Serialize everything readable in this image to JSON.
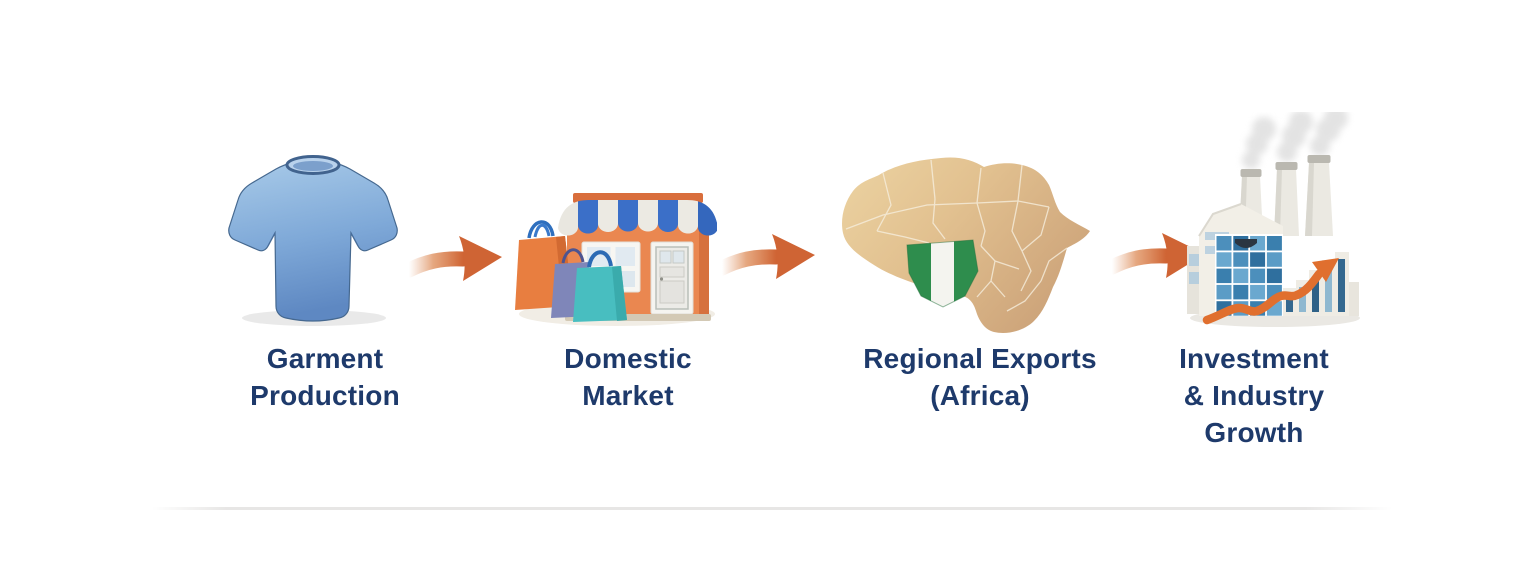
{
  "diagram": {
    "steps": [
      {
        "id": "garment-production",
        "label": "Garment\nProduction",
        "icon": "tshirt-icon"
      },
      {
        "id": "domestic-market",
        "label": "Domestic\nMarket",
        "icon": "storefront-icon"
      },
      {
        "id": "regional-exports-africa",
        "label": "Regional Exports\n(Africa)",
        "icon": "africa-map-nigeria-icon"
      },
      {
        "id": "investment-industry-growth",
        "label": "Investment\n& Industry\nGrowth",
        "icon": "factory-growth-icon"
      }
    ],
    "connector_icon": "curved-arrow-right-icon",
    "colors": {
      "background": "#ffffff",
      "label_text": "#1e3a6b",
      "arrow_orange": "#cf6434",
      "tshirt_blue": "#78a8da",
      "store_orange": "#ea8750",
      "awning_blue": "#3b6fc8",
      "africa_tan": "#ddb88a",
      "nigeria_green": "#2e8d4d",
      "factory_glass_blue": "#4c8fbc"
    }
  }
}
